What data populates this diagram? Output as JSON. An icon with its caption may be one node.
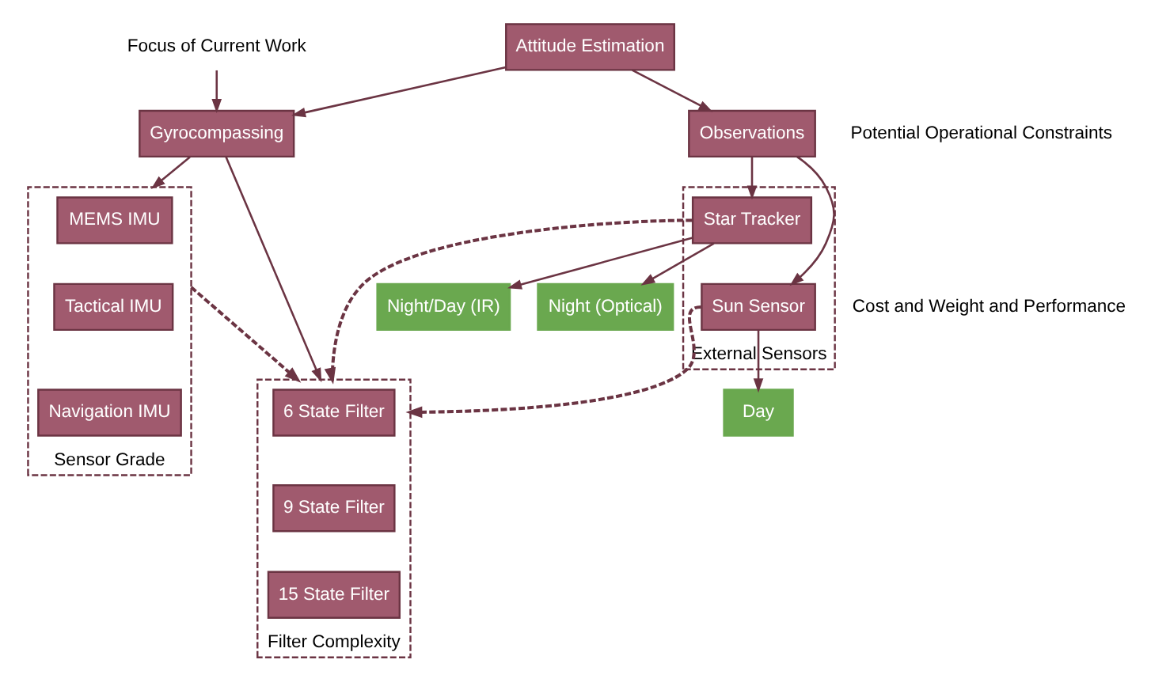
{
  "diagram": {
    "nodes": [
      {
        "text": [
          "Attitude Estimation"
        ]
      },
      {
        "text": [
          "Focus of Current Work"
        ]
      },
      {
        "text": [
          "Gyrocompassing"
        ]
      },
      {
        "text": [
          "Observations"
        ]
      },
      {
        "text": [
          "Sensor Grade"
        ]
      },
      {
        "text": [
          "MEMS IMU"
        ],
        "in": 4
      },
      {
        "text": [
          "Tactical IMU"
        ],
        "in": 4
      },
      {
        "text": [
          "Navigation IMU"
        ],
        "in": 4
      },
      {
        "text": [
          "Filter Complexity"
        ]
      },
      {
        "text": [
          "6 State Filter"
        ],
        "in": 8
      },
      {
        "text": [
          "9 State Filter"
        ],
        "in": 8
      },
      {
        "text": [
          "15 State Filter"
        ],
        "in": 8
      },
      {
        "text": [
          "External Sensors"
        ]
      },
      {
        "text": [
          "Star Tracker"
        ],
        "in": 12
      },
      {
        "text": [
          "Sun Sensor"
        ],
        "in": 12
      },
      {
        "text": [
          "Night/Day (IR)"
        ]
      },
      {
        "text": [
          "Night (Optical)"
        ]
      },
      {
        "text": [
          "Day"
        ]
      }
    ],
    "edges": [
      {
        "from": 0,
        "to": 2,
        "arrow": "to"
      },
      {
        "from": 0,
        "to": 3,
        "arrow": "to"
      },
      {
        "from": 1,
        "to": 2,
        "arrow": "to"
      },
      {
        "from": 2,
        "to": 4,
        "arrow": "to"
      },
      {
        "from": 2,
        "to": 8,
        "arrow": "to"
      },
      {
        "from": 3,
        "to": 13,
        "arrow": "to"
      },
      {
        "from": 3,
        "to": 14,
        "arrow": "to"
      },
      {
        "from": 4,
        "to": 8,
        "arrow": "to",
        "style": "dashed"
      },
      {
        "from": 13,
        "to": 8,
        "arrow": "to",
        "style": "dashed"
      },
      {
        "from": 14,
        "to": 8,
        "arrow": "to",
        "style": "dashed"
      },
      {
        "from": 13,
        "to": 15,
        "arrow": "to"
      },
      {
        "from": 13,
        "to": 16,
        "arrow": "to"
      },
      {
        "from": 14,
        "to": 17,
        "arrow": "to"
      }
    ],
    "labels": [
      "Potential Operational Constraints",
      "Cost and Weight and Performance"
    ]
  }
}
